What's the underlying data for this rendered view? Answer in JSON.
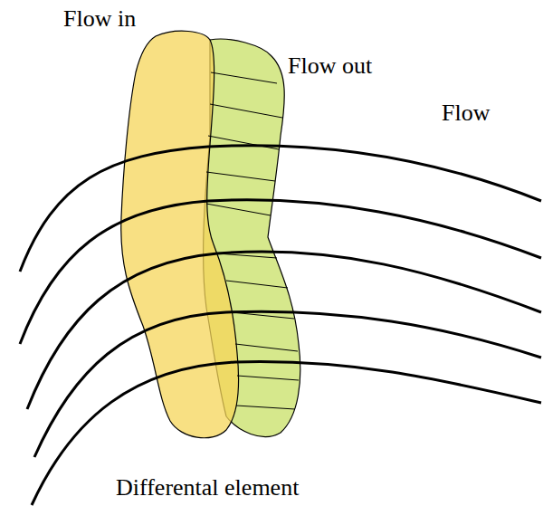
{
  "diagram": {
    "labels": [
      "Flow in",
      "Flow out",
      "Flow",
      "Differental element"
    ]
  }
}
